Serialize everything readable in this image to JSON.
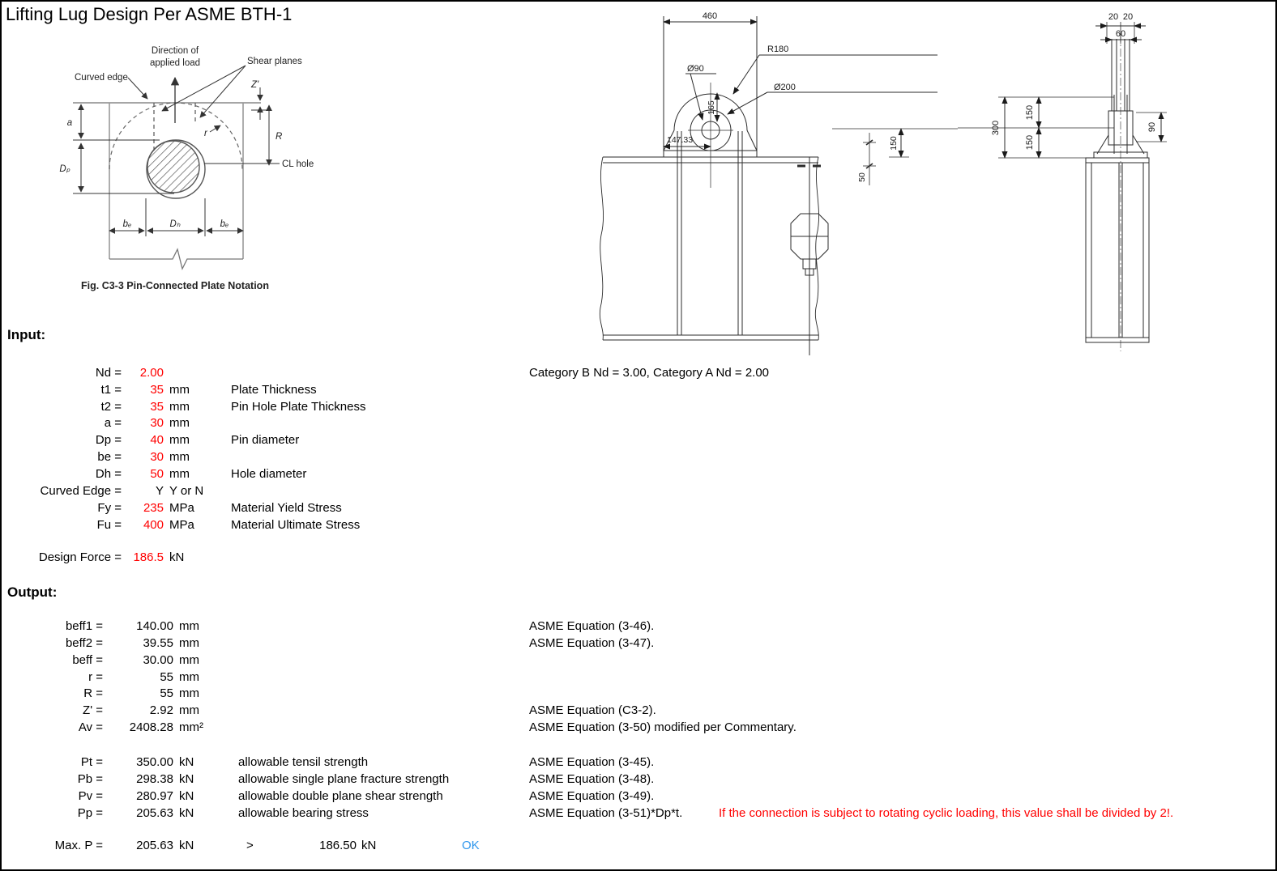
{
  "page": {
    "title": "Lifting Lug Design Per ASME BTH-1"
  },
  "colors": {
    "input_red": "#ff0000",
    "warning_red": "#ff0000",
    "ok_blue": "#2e96ec",
    "figure_gray": "#8a8a8a"
  },
  "figure": {
    "caption": "Fig. C3-3   Pin-Connected Plate Notation",
    "labels": {
      "direction_line1": "Direction of",
      "direction_line2": "applied load",
      "shear_planes": "Shear planes",
      "curved_edge": "Curved edge",
      "z_prime": "Z'",
      "a": "a",
      "dp": "Dₚ",
      "r_small": "r",
      "r_big": "R",
      "cl_hole": "CL hole",
      "be_left": "bₑ",
      "dh": "Dₕ",
      "be_right": "bₑ"
    }
  },
  "drawing_front": {
    "dim_width": "460",
    "radius": "R180",
    "hole_dia": "Ø90",
    "cheek_dia": "Ø200",
    "dim_height": "165",
    "dim_offset": "147.33",
    "dim_150": "150",
    "dim_50": "50"
  },
  "drawing_side": {
    "dim_20a": "20",
    "dim_20b": "20",
    "dim_60": "60",
    "dim_300": "300",
    "dim_150a": "150",
    "dim_150b": "150",
    "dim_90": "90"
  },
  "input": {
    "heading": "Input:",
    "category_note": "Category B Nd = 3.00,  Category A Nd = 2.00",
    "rows": [
      {
        "label": "Nd =",
        "value": "2.00",
        "unit": "",
        "desc": ""
      },
      {
        "label": "t1 =",
        "value": "35",
        "unit": "mm",
        "desc": "Plate Thickness"
      },
      {
        "label": "t2 =",
        "value": "35",
        "unit": "mm",
        "desc": "Pin Hole Plate Thickness"
      },
      {
        "label": "a =",
        "value": "30",
        "unit": "mm",
        "desc": ""
      },
      {
        "label": "Dp =",
        "value": "40",
        "unit": "mm",
        "desc": "Pin diameter"
      },
      {
        "label": "be =",
        "value": "30",
        "unit": "mm",
        "desc": ""
      },
      {
        "label": "Dh =",
        "value": "50",
        "unit": "mm",
        "desc": "Hole diameter"
      },
      {
        "label": "Curved Edge =",
        "value": "Y",
        "unit": "Y or N",
        "desc": ""
      },
      {
        "label": "Fy =",
        "value": "235",
        "unit": "MPa",
        "desc": "Material Yield Stress"
      },
      {
        "label": "Fu =",
        "value": "400",
        "unit": "MPa",
        "desc": "Material Ultimate Stress"
      }
    ],
    "design_force": {
      "label": "Design Force =",
      "value": "186.5",
      "unit": "kN"
    }
  },
  "output": {
    "heading": "Output:",
    "rows": [
      {
        "label": "beff1 =",
        "value": "140.00",
        "unit": "mm",
        "desc": "",
        "note": "ASME Equation (3-46)."
      },
      {
        "label": "beff2 =",
        "value": "39.55",
        "unit": "mm",
        "desc": "",
        "note": "ASME Equation (3-47)."
      },
      {
        "label": "beff =",
        "value": "30.00",
        "unit": "mm",
        "desc": "",
        "note": ""
      },
      {
        "label": "r =",
        "value": "55",
        "unit": "mm",
        "desc": "",
        "note": ""
      },
      {
        "label": "R =",
        "value": "55",
        "unit": "mm",
        "desc": "",
        "note": ""
      },
      {
        "label": "Z' =",
        "value": "2.92",
        "unit": "mm",
        "desc": "",
        "note": "ASME Equation (C3-2)."
      },
      {
        "label": "Av =",
        "value": "2408.28",
        "unit": "mm²",
        "desc": "",
        "note": "ASME Equation (3-50) modified per Commentary."
      },
      {
        "label": "Pt =",
        "value": "350.00",
        "unit": "kN",
        "desc": "allowable tensil strength",
        "note": "ASME Equation (3-45)."
      },
      {
        "label": "Pb =",
        "value": "298.38",
        "unit": "kN",
        "desc": "allowable single plane fracture strength",
        "note": "ASME Equation (3-48)."
      },
      {
        "label": "Pv =",
        "value": "280.97",
        "unit": "kN",
        "desc": "allowable double plane shear strength",
        "note": "ASME Equation (3-49)."
      },
      {
        "label": "Pp =",
        "value": "205.63",
        "unit": "kN",
        "desc": "allowable bearing stress",
        "note": "ASME Equation (3-51)*Dp*t.",
        "warning": "If the connection is subject to rotating cyclic loading, this value shall be divided by 2!."
      }
    ],
    "result": {
      "label": "Max. P =",
      "value": "205.63",
      "unit": "kN",
      "comparator": ">",
      "demand": "186.50",
      "demand_unit": "kN",
      "status": "OK"
    }
  }
}
